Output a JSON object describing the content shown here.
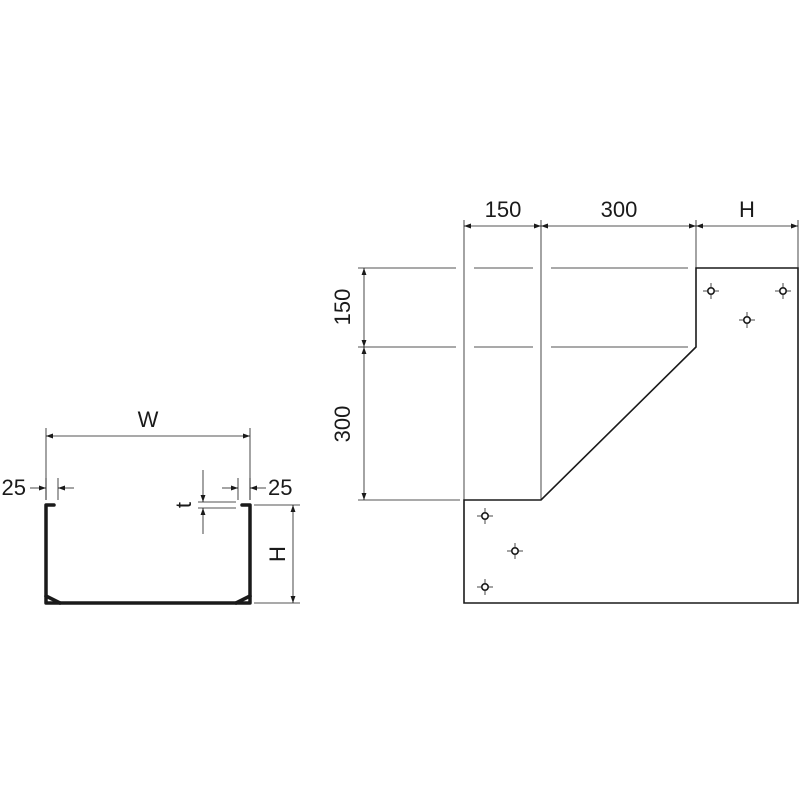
{
  "cross_section": {
    "width_label": "W",
    "left_flange_label": "25",
    "right_flange_label": "25",
    "thickness_label": "t",
    "height_label": "H"
  },
  "plan_view": {
    "top_dim_1": "150",
    "top_dim_2": "300",
    "top_dim_3": "H",
    "side_dim_1": "150",
    "side_dim_2": "300"
  }
}
